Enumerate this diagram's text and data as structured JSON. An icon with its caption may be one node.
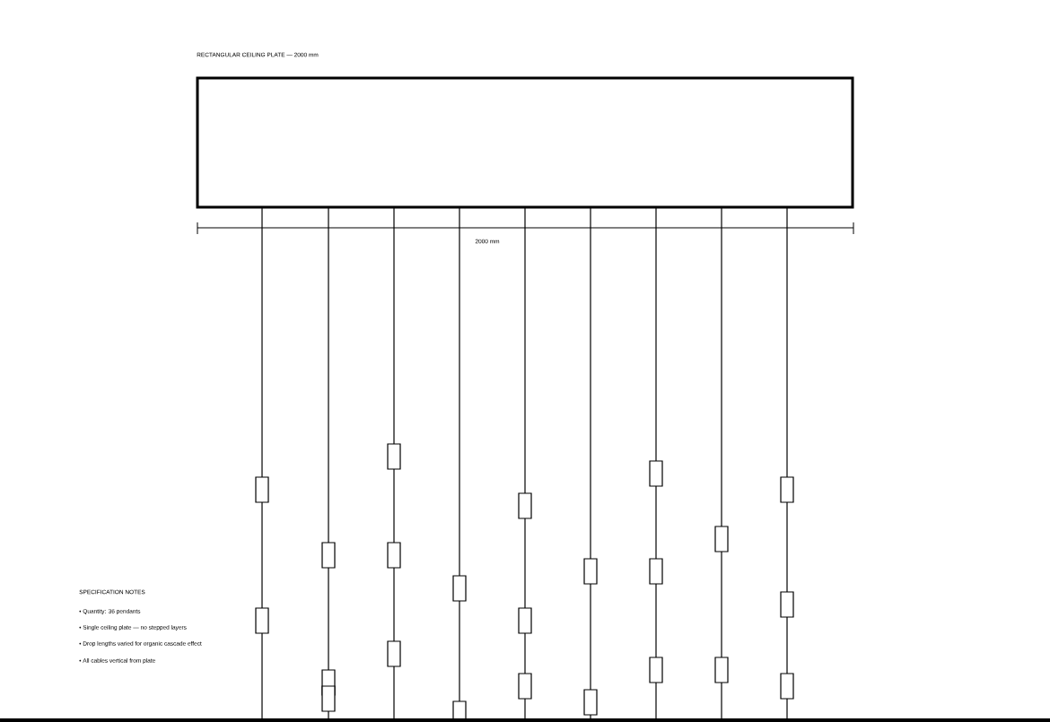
{
  "diagram": {
    "nodes": [
      {
        "text": [
          "RECTANGULAR CEILING PLATE — 2000 mm"
        ]
      }
    ],
    "labels": [
      "2000 mm",
      "SPECIFICATION NOTES",
      "• Quantity: 36 pendants",
      "• Single ceiling plate — no stepped layers",
      "• Drop lengths varied for organic cascade effect",
      "• All cables vertical from plate"
    ]
  }
}
